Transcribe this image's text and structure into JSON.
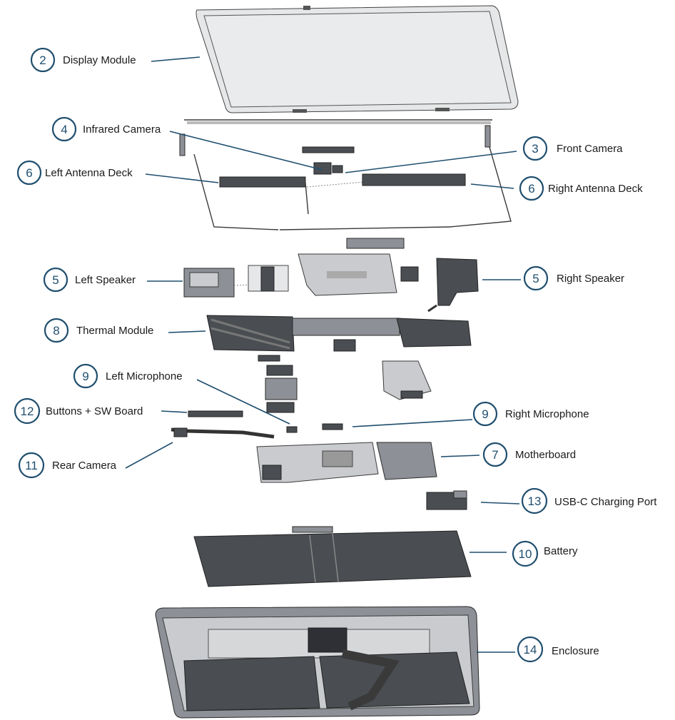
{
  "callouts": [
    {
      "number": "2",
      "label": "Display Module"
    },
    {
      "number": "4",
      "label": "Infrared Camera"
    },
    {
      "number": "3",
      "label": "Front Camera"
    },
    {
      "number": "6",
      "label": "Left Antenna Deck"
    },
    {
      "number": "6",
      "label": "Right Antenna Deck"
    },
    {
      "number": "5",
      "label": "Left Speaker"
    },
    {
      "number": "5",
      "label": "Right Speaker"
    },
    {
      "number": "8",
      "label": "Thermal Module"
    },
    {
      "number": "9",
      "label": "Left Microphone"
    },
    {
      "number": "12",
      "label": "Buttons + SW Board"
    },
    {
      "number": "9",
      "label": "Right Microphone"
    },
    {
      "number": "7",
      "label": "Motherboard"
    },
    {
      "number": "11",
      "label": "Rear Camera"
    },
    {
      "number": "13",
      "label": "USB-C Charging Port"
    },
    {
      "number": "10",
      "label": "Battery"
    },
    {
      "number": "14",
      "label": "Enclosure"
    }
  ],
  "colors": {
    "accent": "#1f4e6e",
    "label_text": "#1a1a1a"
  }
}
